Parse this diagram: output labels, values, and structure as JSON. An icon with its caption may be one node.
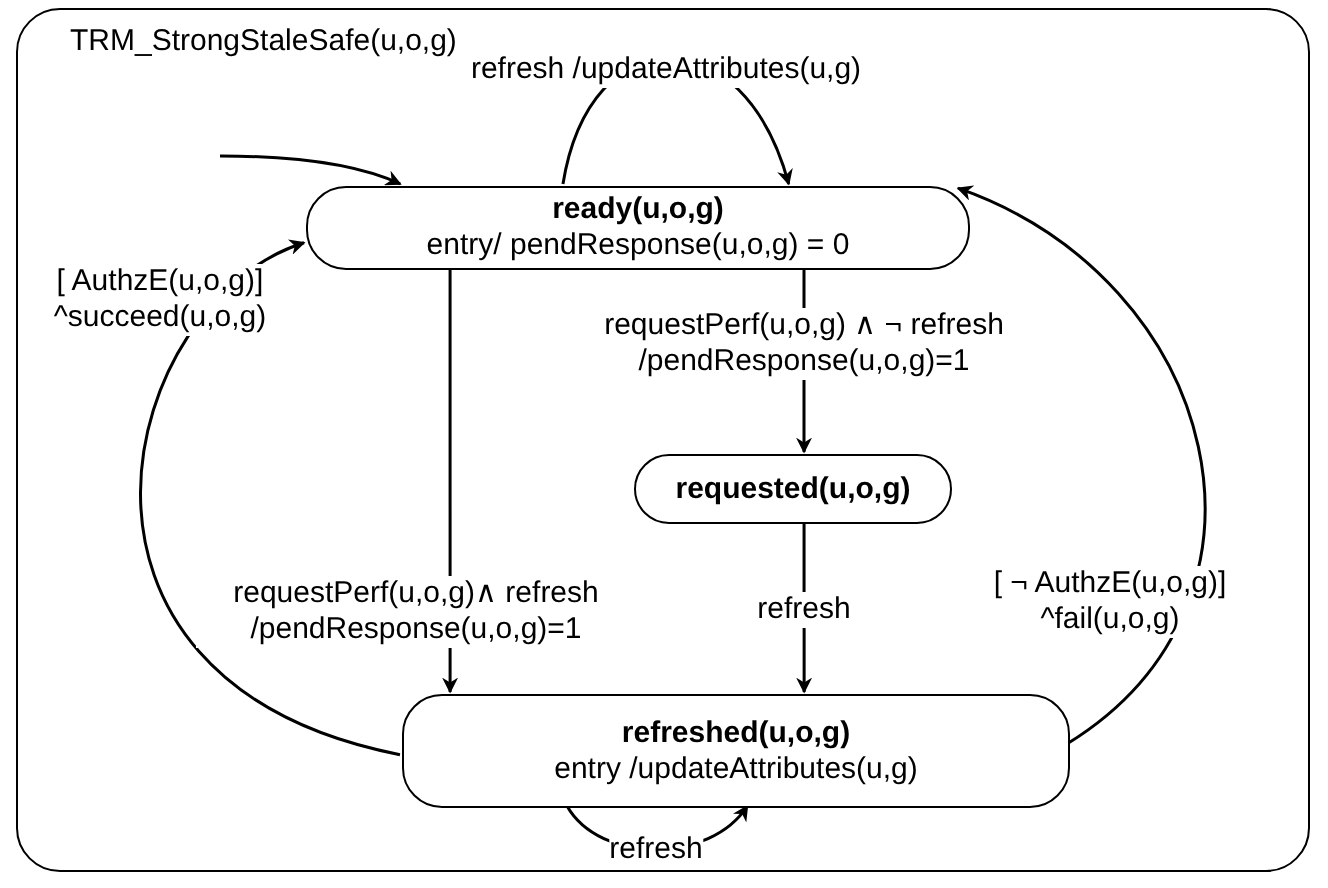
{
  "diagram": {
    "nodes": [
      {
        "text": [
          "TRM_StrongStaleSafe(u,o,g)"
        ]
      },
      {
        "text": [
          "ready(u,o,g)",
          "entry/ pendResponse(u,o,g) = 0"
        ],
        "in": 0
      },
      {
        "text": [
          "requested(u,o,g)"
        ],
        "in": 0
      },
      {
        "text": [
          "refreshed(u,o,g)",
          "entry /updateAttributes(u,g)"
        ],
        "in": 0
      }
    ],
    "edges": [
      {
        "from": null,
        "to": 1,
        "arrow": "to"
      },
      {
        "from": 1,
        "to": 1,
        "label": "refresh /updateAttributes(u,g)",
        "arrow": "to"
      },
      {
        "from": 1,
        "to": 2,
        "label": "requestPerf(u,o,g) ∧ ¬ refresh /pendResponse(u,o,g)=1",
        "arrow": "to"
      },
      {
        "from": 1,
        "to": 3,
        "label": "requestPerf(u,o,g)∧ refresh /pendResponse(u,o,g)=1",
        "arrow": "to"
      },
      {
        "from": 2,
        "to": 3,
        "label": "refresh",
        "arrow": "to"
      },
      {
        "from": 3,
        "to": 1,
        "label": "[ AuthzE(u,o,g)] ^succeed(u,o,g)",
        "arrow": "to"
      },
      {
        "from": 3,
        "to": 1,
        "label": "[ ¬ AuthzE(u,o,g)] ^fail(u,o,g)",
        "arrow": "to"
      },
      {
        "from": 3,
        "to": 3,
        "label": "refresh",
        "arrow": "to"
      }
    ]
  }
}
